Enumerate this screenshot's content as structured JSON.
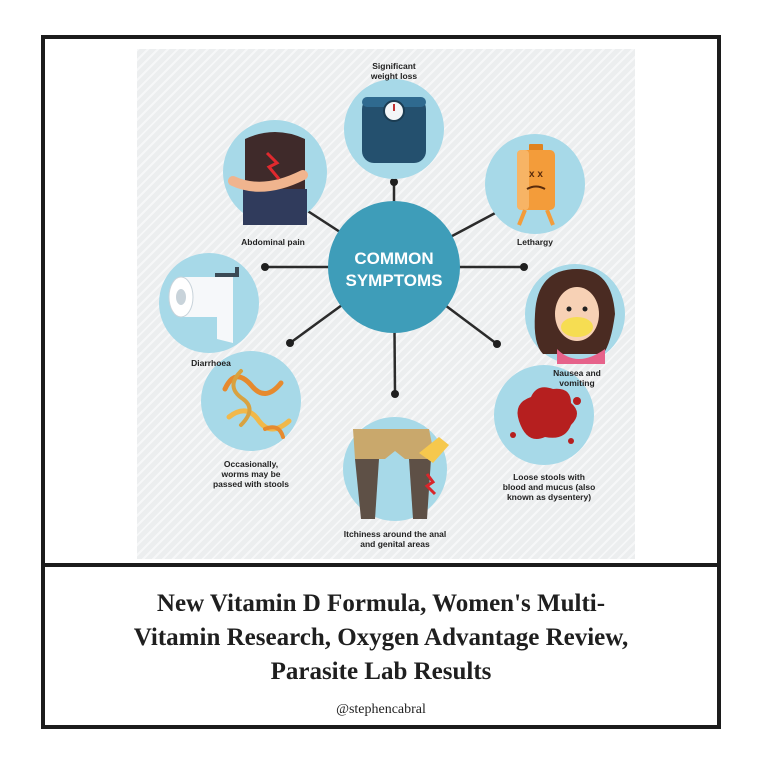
{
  "infographic": {
    "center_label_line1": "COMMON",
    "center_label_line2": "SYMPTOMS",
    "symptoms": {
      "weight_loss": [
        "Significant",
        "weight loss"
      ],
      "lethargy": [
        "Lethargy"
      ],
      "nausea": [
        "Nausea and",
        "vomiting"
      ],
      "dysentery": [
        "Loose stools with",
        "blood and mucus (also",
        "known as dysentery)"
      ],
      "itchiness": [
        "Itchiness around the anal",
        "and genital areas"
      ],
      "worms": [
        "Occasionally,",
        "worms may be",
        "passed with stools"
      ],
      "diarrhoea": [
        "Diarrhoea"
      ],
      "abdominal_pain": [
        "Abdominal pain"
      ]
    },
    "icons": {
      "weight_loss": "scale-icon",
      "lethargy": "empty-battery-icon",
      "nausea": "nauseous-woman-icon",
      "dysentery": "blood-stain-icon",
      "itchiness": "itchy-legs-icon",
      "worms": "worms-icon",
      "diarrhoea": "toilet-paper-icon",
      "abdominal_pain": "stomach-pain-icon"
    },
    "colors": {
      "center": "#3e9db9",
      "circle_fill": "#a7d9e8",
      "connector": "#2b2b2b"
    }
  },
  "caption": {
    "title_line1": "New Vitamin D Formula, Women's Multi-",
    "title_line2": "Vitamin Research, Oxygen Advantage Review,",
    "title_line3": "Parasite Lab Results",
    "handle": "@stephencabral"
  }
}
